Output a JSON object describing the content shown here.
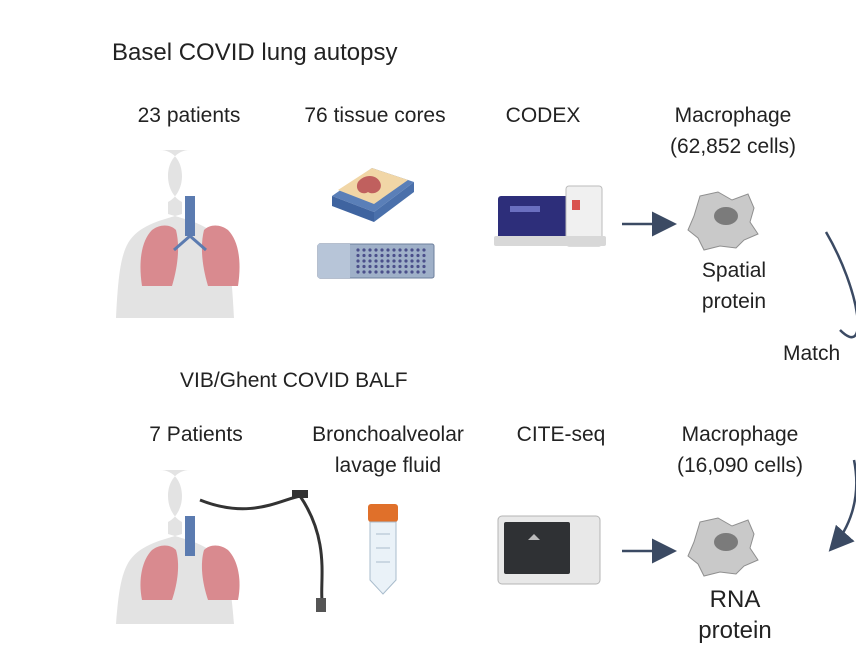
{
  "top": {
    "title": "Basel COVID lung autopsy",
    "cols": [
      "23 patients",
      "76 tissue cores",
      "CODEX"
    ],
    "macrophage": "Macrophage",
    "cells": "(62,852 cells)",
    "out1": "Spatial",
    "out2": "protein"
  },
  "match": "Match",
  "bottom": {
    "title": "VIB/Ghent COVID BALF",
    "cols": [
      "7 Patients",
      "Bronchoalveolar",
      "lavage fluid",
      "CITE-seq"
    ],
    "macrophage": "Macrophage",
    "cells": "(16,090 cells)",
    "out1": "RNA",
    "out2": "protein"
  },
  "colors": {
    "text": "#222222",
    "arrow": "#3b4a63",
    "lung": "#d98a8f",
    "body": "#dddddd",
    "airway": "#5b7bb0",
    "cell": "#9a9a9a",
    "tube_cap": "#e0702a"
  }
}
